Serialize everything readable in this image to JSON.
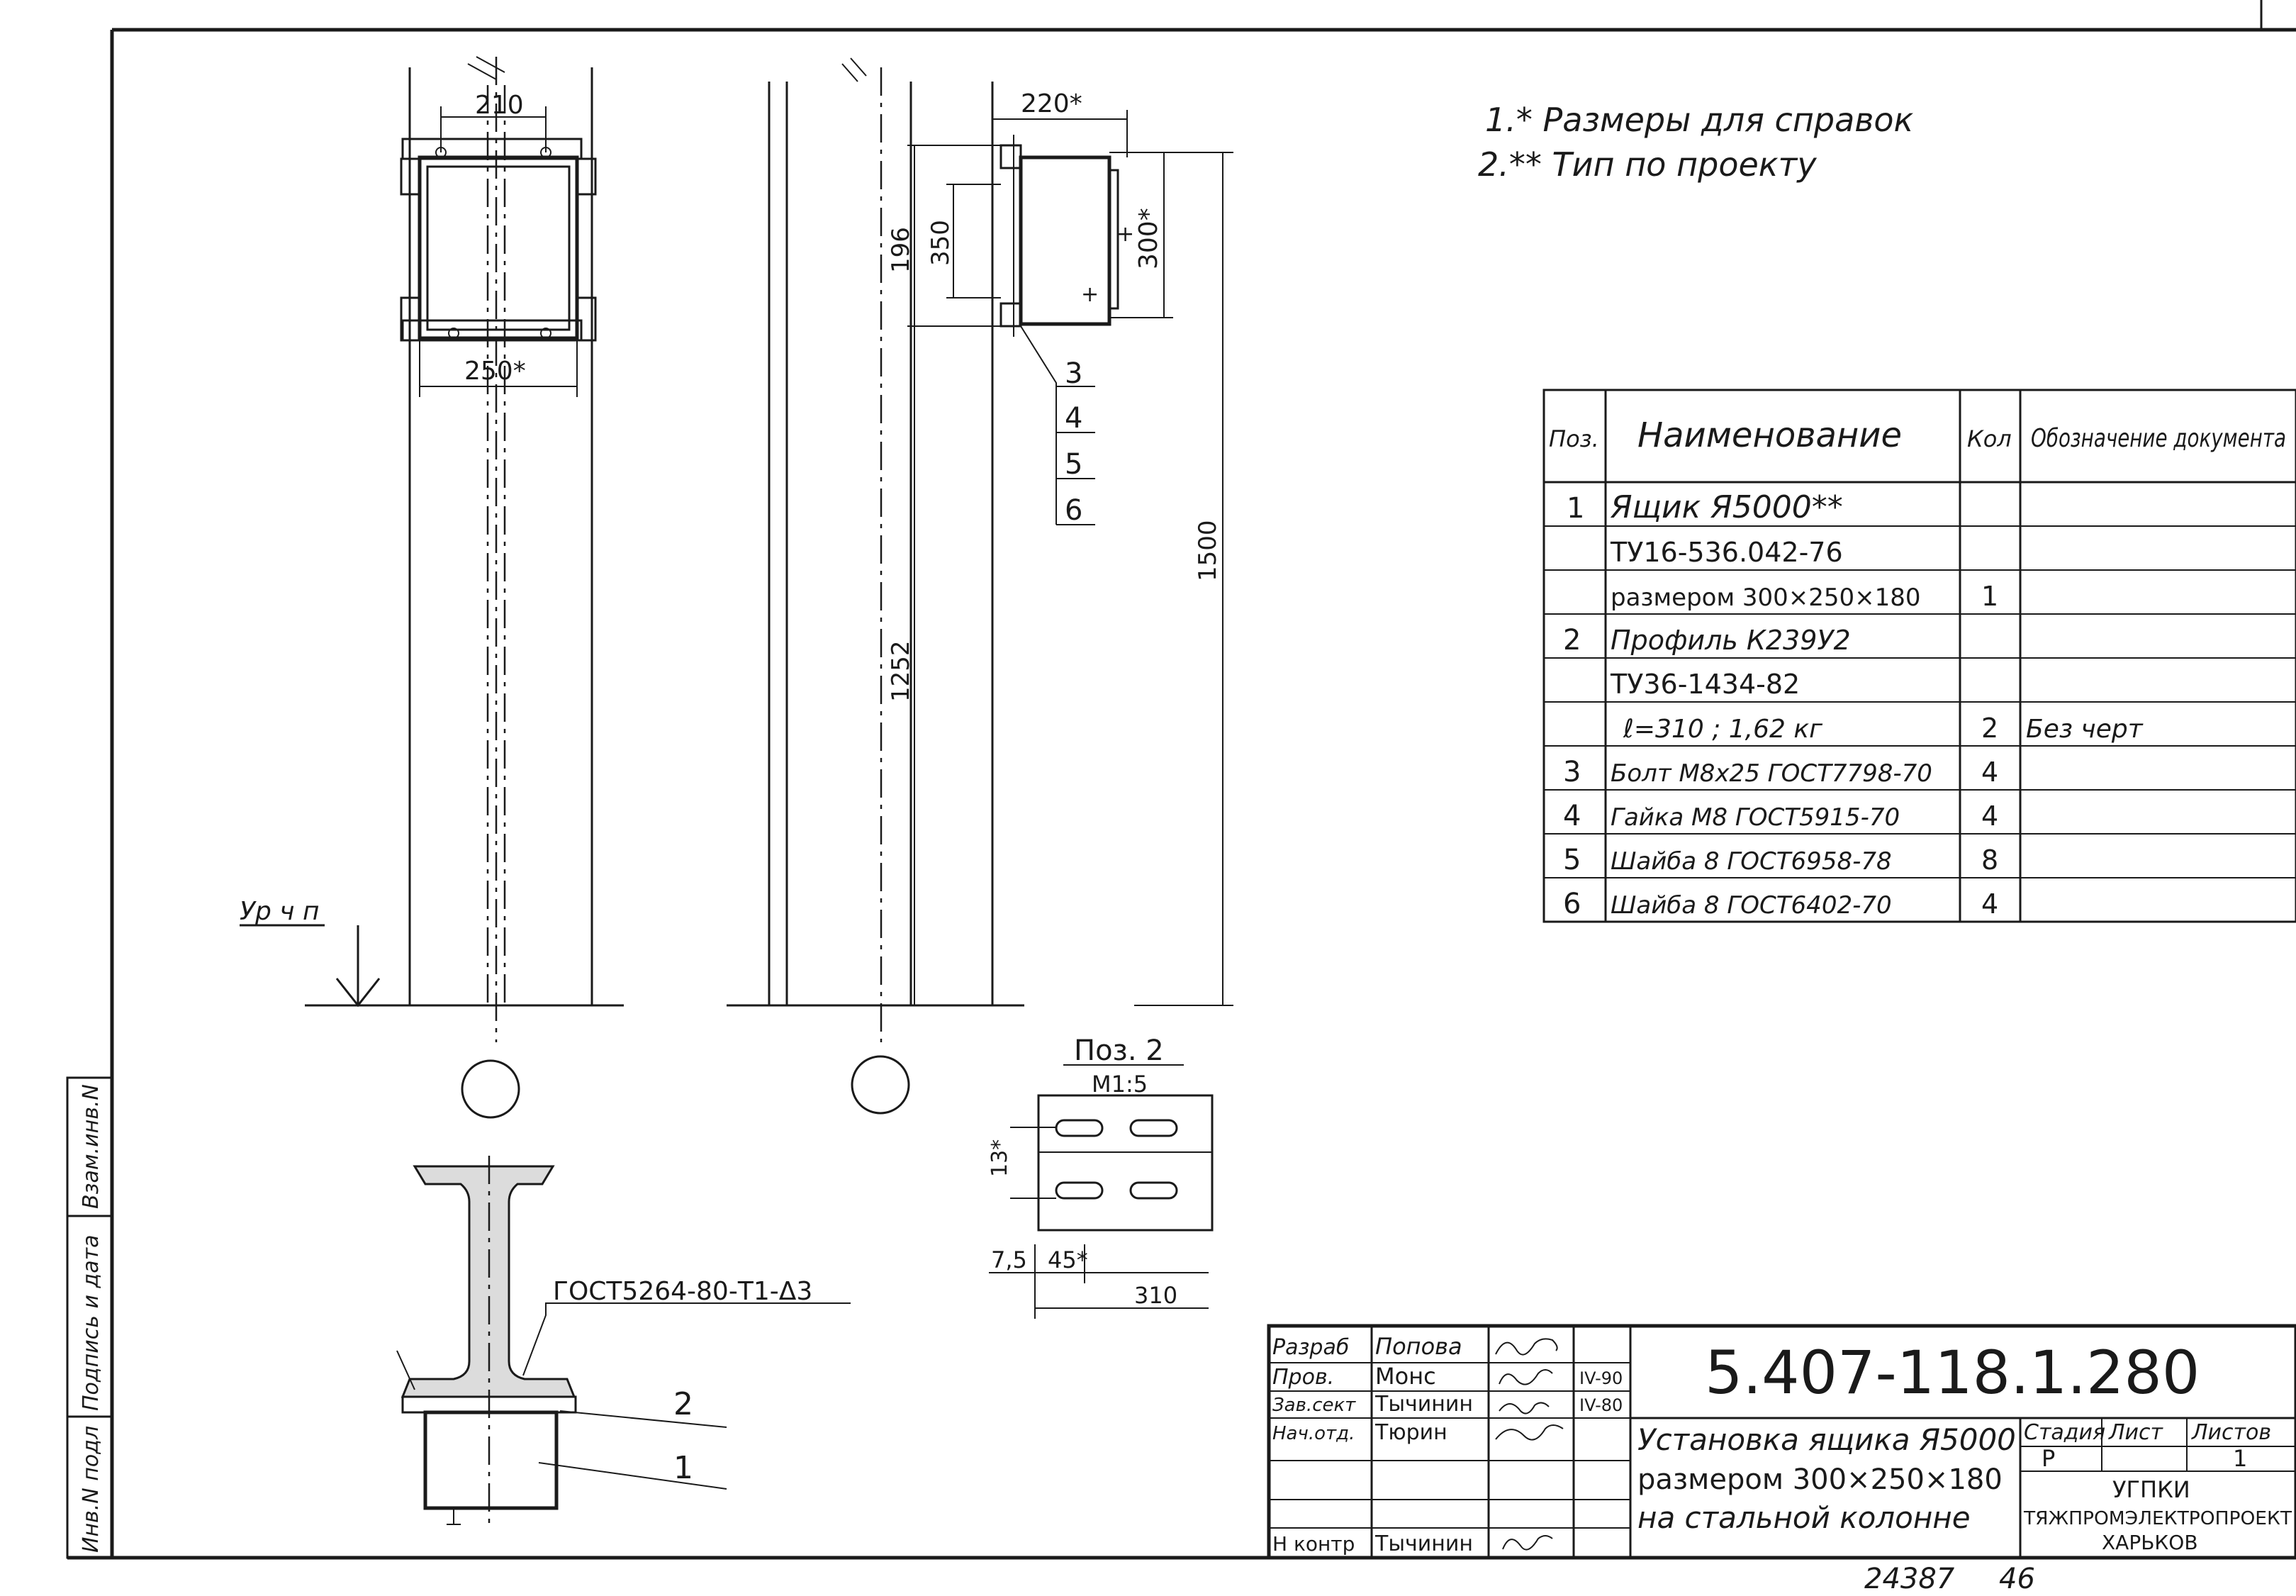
{
  "notes": {
    "note1": "1.* Размеры для справок",
    "note2": "2.** Тип по проекту"
  },
  "front_view": {
    "dim_top": "210",
    "dim_bottom": "250*",
    "level_label": "Ур ч п"
  },
  "side_view": {
    "dim_220": "220*",
    "dim_196": "196",
    "dim_350": "350",
    "dim_300": "300*",
    "dim_1252": "1252",
    "dim_1500": "1500",
    "callouts": [
      "3",
      "4",
      "5",
      "6"
    ]
  },
  "section": {
    "weld_note": "ГОСТ5264-80-Т1-Δ3",
    "pos_2": "2",
    "pos_1": "1"
  },
  "detail": {
    "title": "Поз. 2",
    "scale": "М1:5",
    "dim_13": "13*",
    "dim_7_5": "7,5",
    "dim_45": "45*",
    "dim_310": "310"
  },
  "bom": {
    "headers": [
      "Поз.",
      "Наименование",
      "Кол",
      "Обозначение документа"
    ],
    "rows": [
      {
        "pos": "1",
        "name": "Ящик Я5000**",
        "qty": "",
        "doc": ""
      },
      {
        "pos": "",
        "name": "ТУ16-536.042-76",
        "qty": "",
        "doc": ""
      },
      {
        "pos": "",
        "name": "размером 300×250×180",
        "qty": "1",
        "doc": ""
      },
      {
        "pos": "2",
        "name": "Профиль К239У2",
        "qty": "",
        "doc": ""
      },
      {
        "pos": "",
        "name": "ТУ36-1434-82",
        "qty": "",
        "doc": ""
      },
      {
        "pos": "",
        "name": "ℓ=310 ; 1,62 кг",
        "qty": "2",
        "doc": "Без черт"
      },
      {
        "pos": "3",
        "name": "Болт М8х25 ГОСТ7798-70",
        "qty": "4",
        "doc": ""
      },
      {
        "pos": "4",
        "name": "Гайка М8 ГОСТ5915-70",
        "qty": "4",
        "doc": ""
      },
      {
        "pos": "5",
        "name": "Шайба 8 ГОСТ6958-78",
        "qty": "8",
        "doc": ""
      },
      {
        "pos": "6",
        "name": "Шайба 8 ГОСТ6402-70",
        "qty": "4",
        "doc": ""
      }
    ]
  },
  "title_block": {
    "doc_number": "5.407-118.1.280",
    "roles": [
      "Разраб",
      "Пров.",
      "Зав.сект",
      "Нач.отд.",
      "",
      "",
      "Н контр"
    ],
    "names": [
      "Попова",
      "Монс",
      "Тычинин",
      "Тюрин",
      "",
      "",
      "Тычинин"
    ],
    "dates": [
      "IV-90",
      "IV-80"
    ],
    "description_line1": "Установка ящика Я5000",
    "description_line2": "размером 300×250×180",
    "description_line3": "на стальной колонне",
    "stage_label": "Стадия",
    "sheet_label": "Лист",
    "sheets_label": "Листов",
    "stage_value": "Р",
    "sheets_value": "1",
    "org_line1": "УГПКИ",
    "org_line2": "ТЯЖПРОМЭЛЕКТРОПРОЕКТ",
    "org_line3": "ХАРЬКОВ"
  },
  "side_stamp": {
    "box1": "Инв.N подл",
    "box2": "Подпись и дата",
    "box3": "Взам.инв.N"
  },
  "footer": {
    "archive_no": "24387",
    "format_no": "46"
  }
}
